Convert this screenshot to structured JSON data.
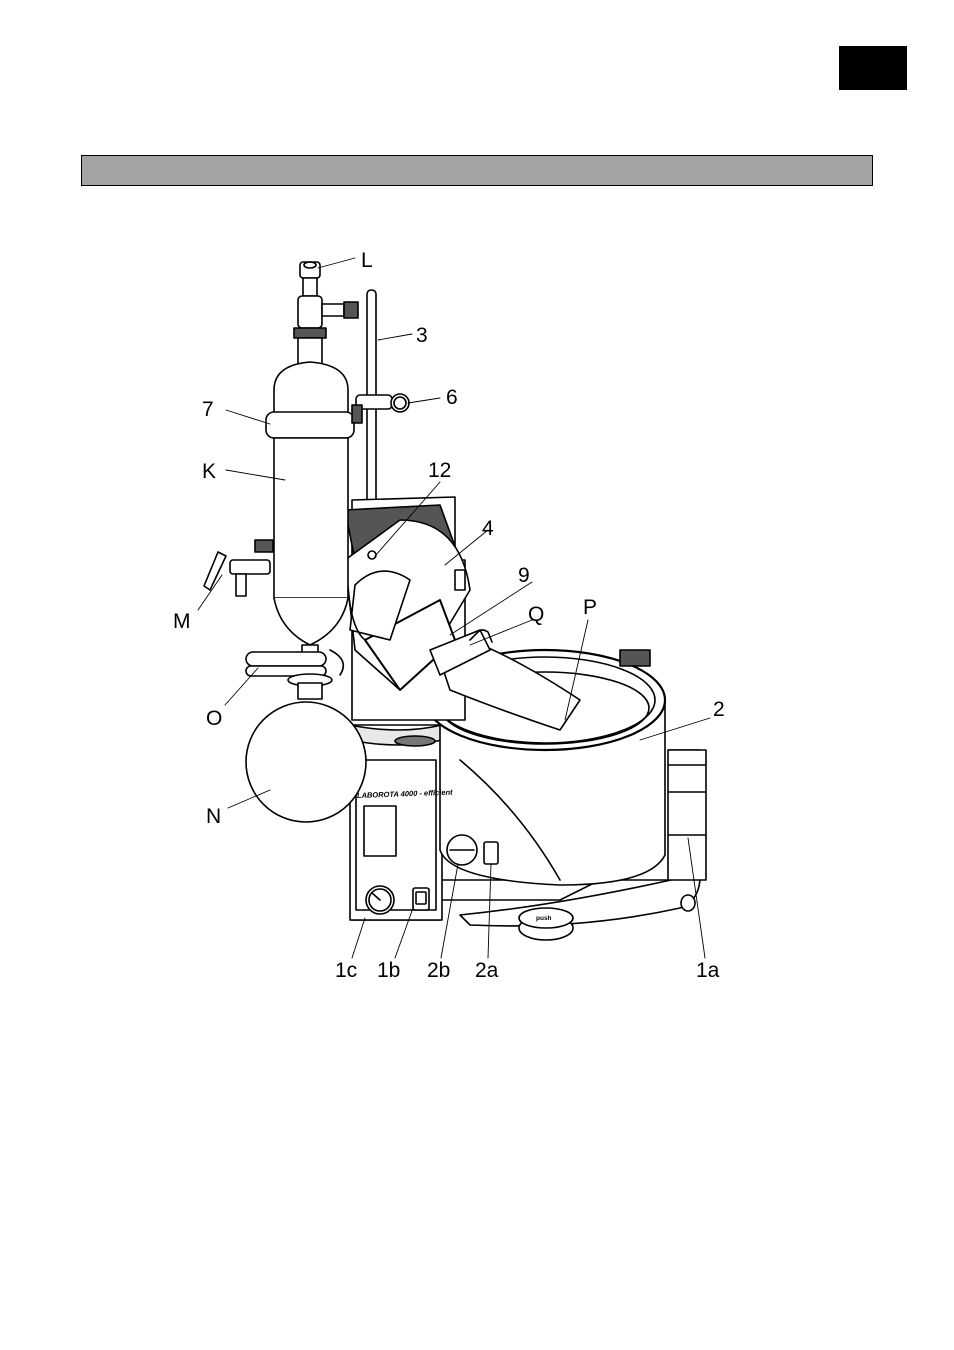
{
  "page": {
    "section_bar": ""
  },
  "diagram": {
    "device_brand": "LABOROTA 4000 - efficient",
    "push_button": "push",
    "callouts": {
      "L": "L",
      "three": "3",
      "six": "6",
      "seven": "7",
      "K": "K",
      "twelve": "12",
      "four": "4",
      "M": "M",
      "nine": "9",
      "Q": "Q",
      "P": "P",
      "O": "O",
      "two": "2",
      "N": "N",
      "one_c": "1c",
      "one_b": "1b",
      "two_b": "2b",
      "two_a": "2a",
      "one_a": "1a"
    }
  },
  "colors": {
    "bar": "#a3a3a3",
    "ink": "#000000"
  }
}
